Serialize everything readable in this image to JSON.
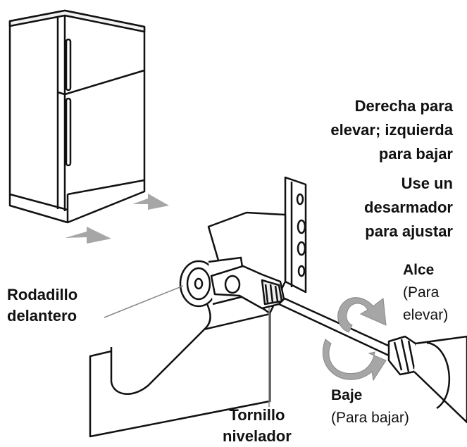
{
  "labels": {
    "direction": [
      "Derecha para",
      "elevar; izquierda",
      "para bajar"
    ],
    "screwdriver": [
      "Use un",
      "desarmador",
      "para ajustar"
    ],
    "raise_title": "Alce",
    "raise_sub": [
      "(Para",
      "elevar)"
    ],
    "roller": [
      "Rodadillo",
      "delantero"
    ],
    "lower_title": "Baje",
    "lower_sub": "(Para bajar)",
    "screw": [
      "Tornillo",
      "nivelador"
    ]
  },
  "colors": {
    "line": "#111111",
    "arrow": "#a6a6a6",
    "fill": "#ffffff"
  },
  "icons": [
    "refrigerator",
    "push-arrow",
    "leveling-bracket",
    "front-roller",
    "wrench",
    "screwdriver",
    "rotation-arrow"
  ]
}
